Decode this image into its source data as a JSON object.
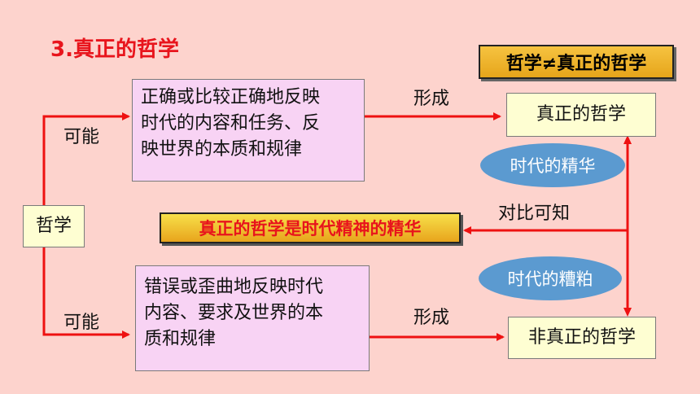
{
  "title": "3.真正的哲学",
  "nodes": {
    "philosophy": "哲学",
    "correct_line1": "正确或比较正确地反映",
    "correct_line2": "时代的内容和任务、反",
    "correct_line3": "映世界的本质和规律",
    "wrong_line1": "错误或歪曲地反映时代",
    "wrong_line2": "内容、要求及世界的本",
    "wrong_line3": "质和规律",
    "true_philosophy": "真正的哲学",
    "non_true_philosophy": "非真正的哲学",
    "not_equal": "哲学≠真正的哲学",
    "conclusion": "真正的哲学是时代精神的精华",
    "essence": "时代的精华",
    "dross": "时代的糟粕"
  },
  "labels": {
    "possible_top": "可能",
    "possible_bottom": "可能",
    "form_top": "形成",
    "form_bottom": "形成",
    "compare": "对比可知"
  },
  "colors": {
    "arrow": "#ee1111",
    "title": "#e8141c",
    "ellipse": "#5b9ad0"
  }
}
